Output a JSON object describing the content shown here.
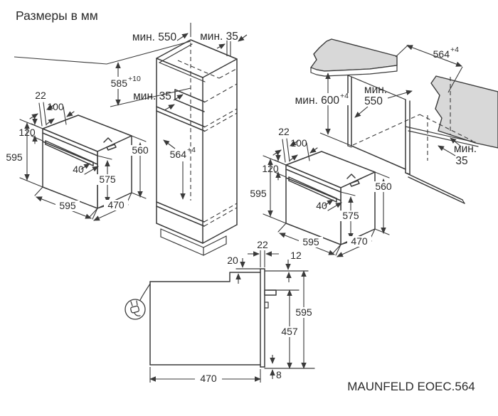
{
  "title": "Размеры в мм",
  "model": "MAUNFELD EOEC.564",
  "column_cabinet": {
    "min_depth": "мин. 550",
    "top_rear_gap": "мин. 35",
    "niche_height": "585",
    "niche_height_tol": "+10",
    "vent_gap": "мин. 35",
    "niche_width": "564",
    "niche_width_tol": "+4"
  },
  "oven": {
    "frame": "22",
    "frame_inset": "100",
    "panel_height": "120",
    "height": "595",
    "handle_gap": "40",
    "door_height": "575",
    "body_height": "560",
    "width": "595",
    "body_depth": "470"
  },
  "base_cabinet": {
    "niche_width": "564",
    "niche_width_tol": "+4",
    "min_height": "мин. 600",
    "min_height_tol": "+4",
    "depth_word": "мин.",
    "min_depth": "550",
    "gap_word": "мин.",
    "rear_gap": "35"
  },
  "side_view": {
    "frame": "22",
    "top_clearance": "20",
    "top_gap": "12",
    "height": "595",
    "hinge_height": "457",
    "depth": "470",
    "bottom_gap": "8"
  }
}
